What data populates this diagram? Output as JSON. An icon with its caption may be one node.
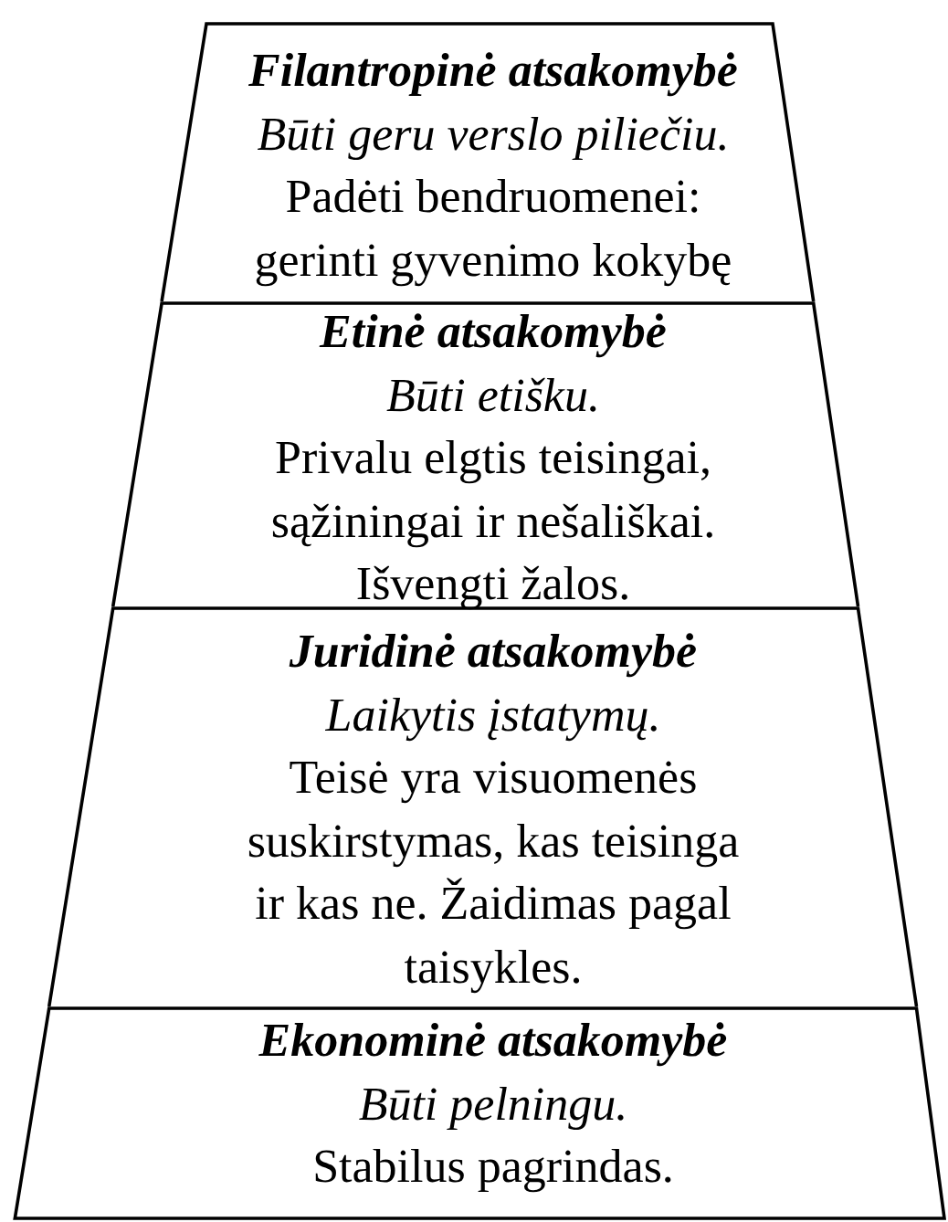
{
  "diagram": {
    "nodes": [
      {
        "text": [
          "Filantropinė atsakomybė",
          "Būti geru verslo piliečiu.",
          "Padėti bendruomenei: gerinti gyvenimo kokybę"
        ]
      },
      {
        "text": [
          "Etinė atsakomybė",
          "Būti etišku.",
          "Privalu elgtis teisingai, sąžiningai ir nešališkai. Išvengti žalos."
        ]
      },
      {
        "text": [
          "Juridinė atsakomybė",
          "Laikytis įstatymų.",
          "Teisė yra visuomenės suskirstymas, kas teisinga ir kas ne. Žaidimas pagal taisykles."
        ]
      },
      {
        "text": [
          "Ekonominė atsakomybė",
          "Būti pelningu.",
          "Stabilus pagrindas."
        ]
      }
    ]
  }
}
